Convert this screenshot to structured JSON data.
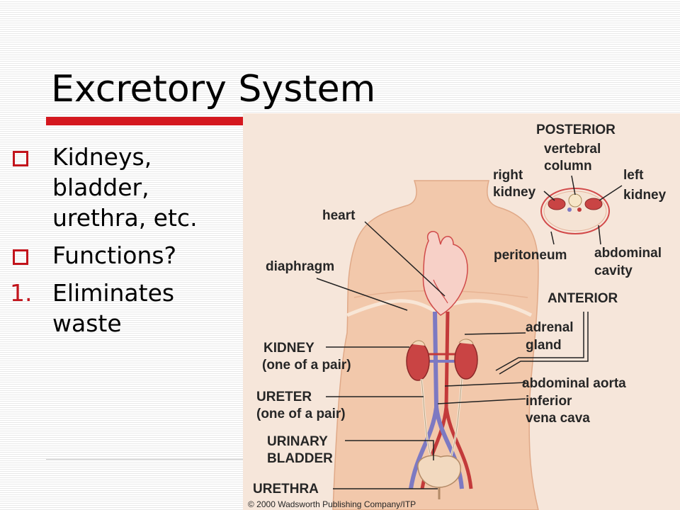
{
  "slide": {
    "title": "Excretory System",
    "bullets": [
      {
        "marker": "box",
        "text": "Kidneys, bladder, urethra, etc."
      },
      {
        "marker": "box",
        "text": "Functions?"
      },
      {
        "marker": "number",
        "number": "1.",
        "text": "Eliminates waste"
      }
    ],
    "accent_color": "#d4171e"
  },
  "figure": {
    "labels": {
      "posterior": "POSTERIOR",
      "vertebral": "vertebral",
      "column": "column",
      "right": "right",
      "right_kidney": "kidney",
      "left": "left",
      "left_kidney": "kidney",
      "heart": "heart",
      "peritoneum": "peritoneum",
      "abdominal": "abdominal",
      "cavity": "cavity",
      "diaphragm": "diaphragm",
      "anterior": "ANTERIOR",
      "adrenal": "adrenal",
      "gland": "gland",
      "kidney_caps": "KIDNEY",
      "one_of_pair_1": "(one of a pair)",
      "abdominal_aorta": "abdominal aorta",
      "inferior": "inferior",
      "vena_cava": "vena cava",
      "ureter": "URETER",
      "one_of_pair_2": "(one of a pair)",
      "urinary": "URINARY",
      "bladder": "BLADDER",
      "urethra": "URETHRA"
    },
    "copyright": "© 2000 Wadsworth Publishing Company/ITP"
  }
}
